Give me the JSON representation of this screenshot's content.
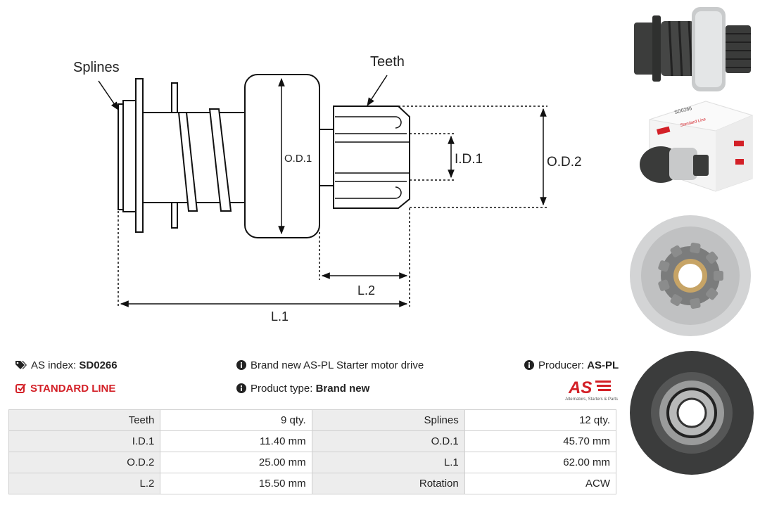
{
  "diagram": {
    "labels": {
      "splines": "Splines",
      "teeth": "Teeth",
      "od1": "O.D.1",
      "id1": "I.D.1",
      "od2": "O.D.2",
      "l1": "L.1",
      "l2": "L.2"
    }
  },
  "info": {
    "as_index_label": "AS index:",
    "as_index_value": "SD0266",
    "line": "STANDARD LINE",
    "description": "Brand new AS-PL Starter motor drive",
    "product_type_label": "Product type:",
    "product_type_value": "Brand new",
    "producer_label": "Producer:",
    "producer_value": "AS-PL"
  },
  "logo": {
    "text": "AS",
    "tagline": "Alternators, Starters & Parts"
  },
  "specs": [
    {
      "k1": "Teeth",
      "v1": "9 qty.",
      "k2": "Splines",
      "v2": "12 qty."
    },
    {
      "k1": "I.D.1",
      "v1": "11.40 mm",
      "k2": "O.D.1",
      "v2": "45.70 mm"
    },
    {
      "k1": "O.D.2",
      "v1": "25.00 mm",
      "k2": "L.1",
      "v2": "62.00 mm"
    },
    {
      "k1": "L.2",
      "v1": "15.50 mm",
      "k2": "Rotation",
      "v2": "ACW"
    }
  ],
  "photos": {
    "box_text": "SD0266",
    "box_line": "Standard Line"
  },
  "colors": {
    "accent": "#d32027",
    "table_key_bg": "#ededed",
    "table_border": "#cfcfcf"
  }
}
